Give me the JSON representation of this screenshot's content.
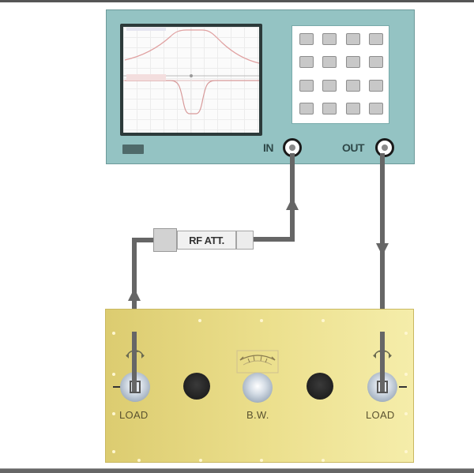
{
  "diagram": {
    "analyzer": {
      "ports": [
        {
          "label": "IN"
        },
        {
          "label": "OUT"
        }
      ],
      "keypad": {
        "rows": 4,
        "cols": 4
      },
      "screen": {
        "traces": [
          {
            "name": "upper-trace",
            "shape": "bandpass",
            "color": "#e0a0a0"
          },
          {
            "name": "lower-trace",
            "shape": "notch",
            "color": "#e0a0a0"
          }
        ]
      },
      "colors": {
        "body": "#94c3c3",
        "screen_bezel": "#2c3a3a"
      }
    },
    "attenuator": {
      "label": "RF ATT."
    },
    "filter_panel": {
      "controls": [
        {
          "label": "LOAD"
        },
        {
          "label": "B.W."
        },
        {
          "label": "LOAD"
        }
      ],
      "colors": {
        "panel": "#ece08e",
        "text": "#5a5230"
      }
    },
    "cable_color": "#666666"
  }
}
